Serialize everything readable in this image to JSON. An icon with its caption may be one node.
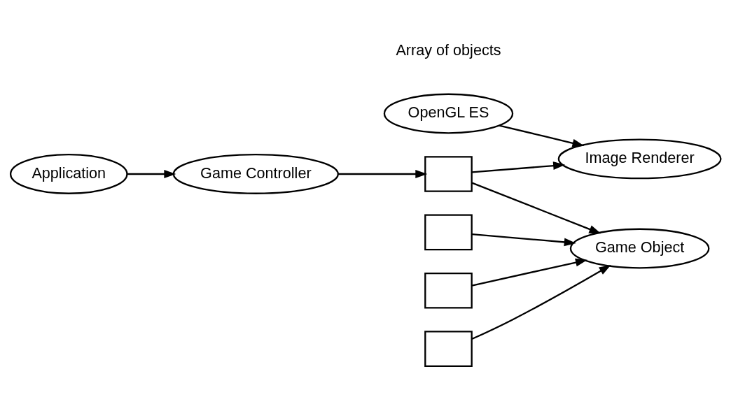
{
  "diagram": {
    "nodes": [
      {
        "text": [
          "OpenGL ES"
        ]
      },
      {
        "text": [
          "Image Renderer"
        ]
      },
      {
        "text": [
          "Application"
        ]
      },
      {
        "text": [
          "Game Controller"
        ]
      },
      {
        "text": [],
        "shape": "box"
      },
      {
        "text": [],
        "shape": "box"
      },
      {
        "text": [],
        "shape": "box"
      },
      {
        "text": [],
        "shape": "box"
      },
      {
        "text": [
          "Game Object"
        ]
      }
    ],
    "edges": [
      {
        "from": 0,
        "to": 1,
        "arrow": "to"
      },
      {
        "from": 4,
        "to": 1,
        "arrow": "to"
      },
      {
        "from": 2,
        "to": 3,
        "arrow": "to"
      },
      {
        "from": 3,
        "to": 4,
        "arrow": "to"
      },
      {
        "from": 4,
        "to": 8,
        "arrow": "to"
      },
      {
        "from": 5,
        "to": 8,
        "arrow": "to"
      },
      {
        "from": 6,
        "to": 8,
        "arrow": "to"
      },
      {
        "from": 7,
        "to": 8,
        "arrow": "to"
      }
    ],
    "labels": [
      "Array of objects"
    ]
  }
}
